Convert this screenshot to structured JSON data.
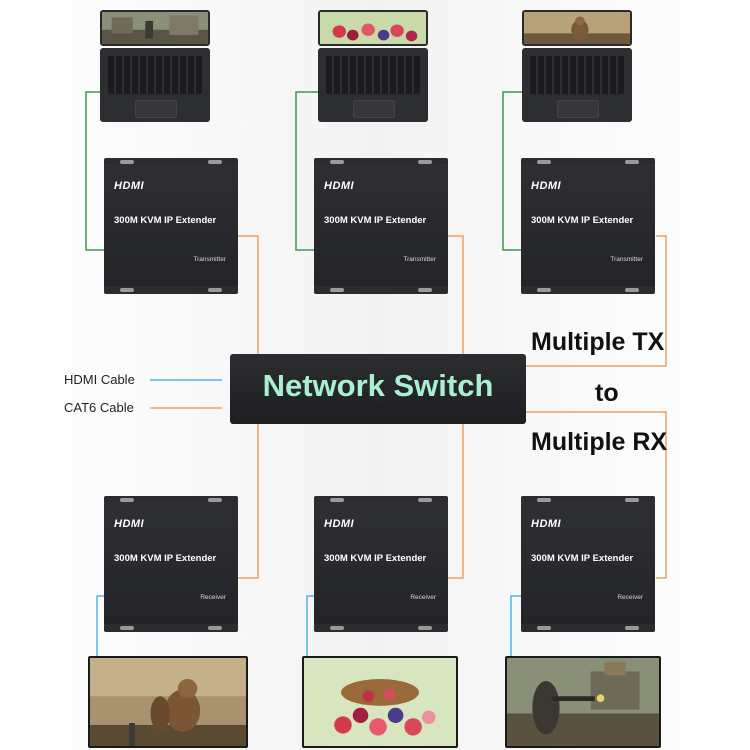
{
  "switch": {
    "label": "Network Switch"
  },
  "legend": {
    "hdmi_cable": "HDMI Cable",
    "cat6_cable": "CAT6 Cable",
    "hdmi_color": "#4db6e8",
    "cat6_color": "#f0a060",
    "usb_color": "#3d9a4a"
  },
  "headline": {
    "line1": "Multiple TX",
    "line2": "to",
    "line3": "Multiple RX"
  },
  "transmitters": [
    {
      "brand": "HDMI",
      "model": "300M KVM IP Extender",
      "role": "Transmitter"
    },
    {
      "brand": "HDMI",
      "model": "300M KVM IP Extender",
      "role": "Transmitter"
    },
    {
      "brand": "HDMI",
      "model": "300M KVM IP Extender",
      "role": "Transmitter"
    }
  ],
  "receivers": [
    {
      "brand": "HDMI",
      "model": "300M KVM IP Extender",
      "role": "Receiver"
    },
    {
      "brand": "HDMI",
      "model": "300M KVM IP Extender",
      "role": "Receiver"
    },
    {
      "brand": "HDMI",
      "model": "300M KVM IP Extender",
      "role": "Receiver"
    }
  ],
  "laptops": [
    {
      "icon": "laptop-icon",
      "screen": "game-scene"
    },
    {
      "icon": "laptop-icon",
      "screen": "berries-scene"
    },
    {
      "icon": "laptop-icon",
      "screen": "squirrel-scene"
    }
  ],
  "monitors": [
    {
      "icon": "monitor-icon",
      "screen": "squirrel-scene"
    },
    {
      "icon": "monitor-icon",
      "screen": "berries-scene"
    },
    {
      "icon": "monitor-icon",
      "screen": "game-scene"
    }
  ]
}
